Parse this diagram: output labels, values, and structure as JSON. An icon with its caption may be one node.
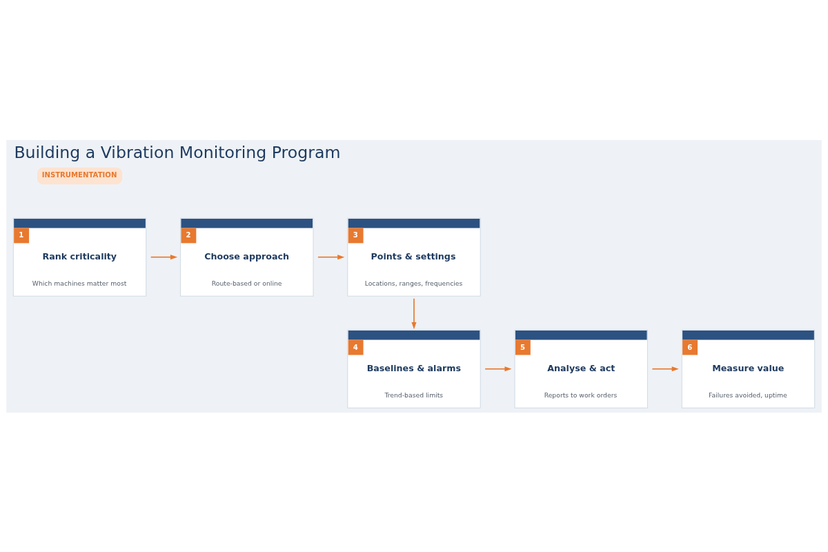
{
  "diagram": {
    "title": "Building a Vibration Monitoring Program",
    "nodes": [
      {
        "text": [
          "1",
          "Rank criticality",
          "Which machines matter most"
        ]
      },
      {
        "text": [
          "2",
          "Choose approach",
          "Route-based or online"
        ]
      },
      {
        "text": [
          "3",
          "Points & settings",
          "Locations, ranges, frequencies"
        ]
      },
      {
        "text": [
          "4",
          "Baselines & alarms",
          "Trend-based limits"
        ]
      },
      {
        "text": [
          "5",
          "Analyse & act",
          "Reports to work orders"
        ]
      },
      {
        "text": [
          "6",
          "Measure value",
          "Failures avoided, uptime"
        ]
      }
    ],
    "edges": [
      {
        "from": 0,
        "to": 1,
        "arrow": "to"
      },
      {
        "from": 1,
        "to": 2,
        "arrow": "to"
      },
      {
        "from": 2,
        "to": 3,
        "arrow": "to"
      },
      {
        "from": 3,
        "to": 4,
        "arrow": "to"
      },
      {
        "from": 4,
        "to": 5,
        "arrow": "to"
      }
    ],
    "labels": [
      "INSTRUMENTATION"
    ]
  }
}
